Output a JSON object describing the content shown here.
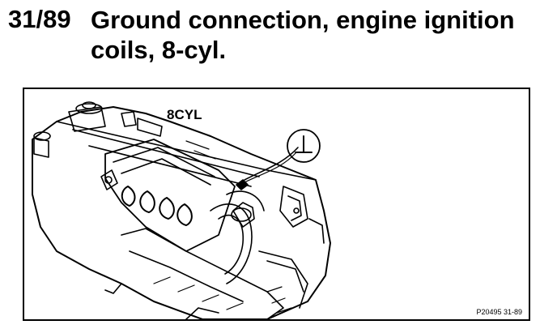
{
  "header": {
    "number": "31/89",
    "title": "Ground connection, engine ignition coils, 8-cyl."
  },
  "figure": {
    "label": "8CYL",
    "ground_symbol": "⊥",
    "figure_code": "P20495 31-89"
  }
}
